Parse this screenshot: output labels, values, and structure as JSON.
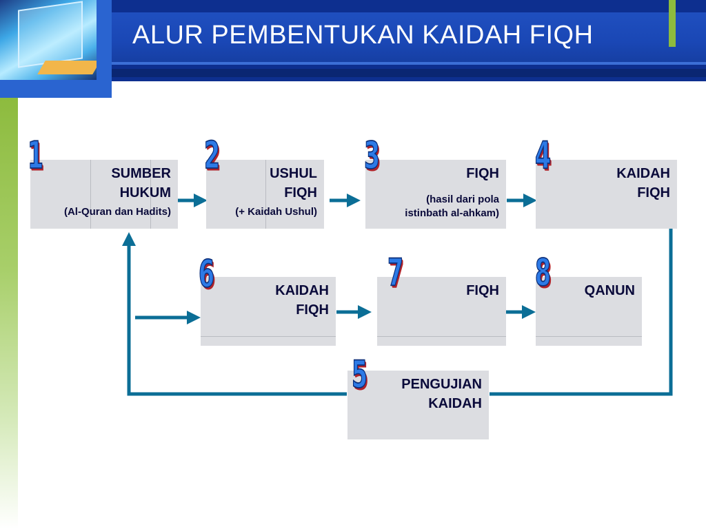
{
  "title": "ALUR PEMBENTUKAN KAIDAH FIQH",
  "colors": {
    "header": "#0d2f8f",
    "accent_green": "#8dbb3e",
    "arrow": "#0b6e96",
    "box": "#dcdde1",
    "number": "#2d7ae6"
  },
  "steps": [
    {
      "number": "1",
      "title": "SUMBER\nHUKUM",
      "subtitle": "(Al-Quran dan Hadits)"
    },
    {
      "number": "2",
      "title": "USHUL\nFIQH",
      "subtitle": "(+ Kaidah Ushul)"
    },
    {
      "number": "3",
      "title": "FIQH",
      "subtitle": "(hasil dari pola\nistinbath al-ahkam)"
    },
    {
      "number": "4",
      "title": "KAIDAH\nFIQH",
      "subtitle": ""
    },
    {
      "number": "5",
      "title": "PENGUJIAN\nKAIDAH",
      "subtitle": ""
    },
    {
      "number": "6",
      "title": "KAIDAH\nFIQH",
      "subtitle": ""
    },
    {
      "number": "7",
      "title": "FIQH",
      "subtitle": ""
    },
    {
      "number": "8",
      "title": "QANUN",
      "subtitle": ""
    }
  ]
}
